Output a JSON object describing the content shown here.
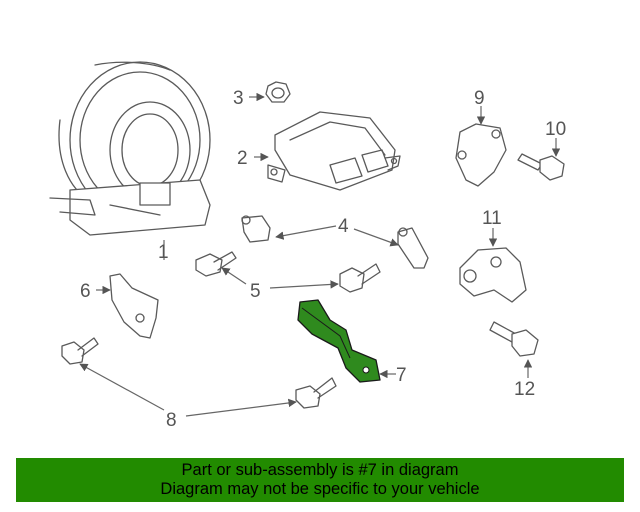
{
  "diagram": {
    "callouts": {
      "c1": "1",
      "c2": "2",
      "c3": "3",
      "c4": "4",
      "c5": "5",
      "c6": "6",
      "c7": "7",
      "c8": "8",
      "c9": "9",
      "c10": "10",
      "c11": "11",
      "c12": "12"
    },
    "highlight_color": "#2f8a1e"
  },
  "banner": {
    "line1": "Part or sub-assembly is #7 in diagram",
    "line2": "Diagram may not be specific to your vehicle",
    "color": "#228b00"
  }
}
